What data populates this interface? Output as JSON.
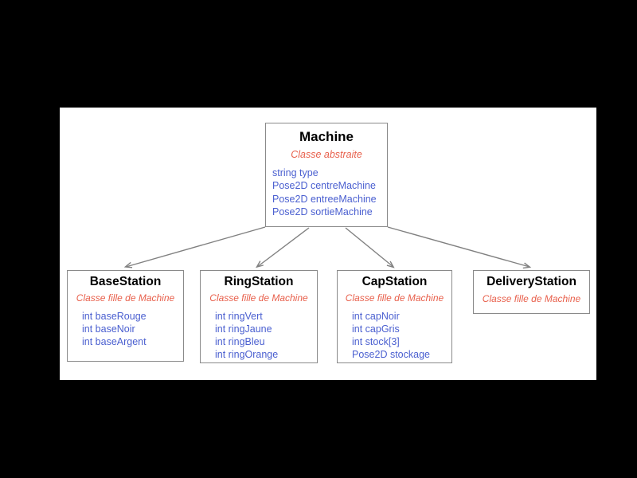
{
  "diagram": {
    "type": "uml-class-inheritance",
    "background_color": "#000000",
    "canvas_color": "#ffffff",
    "border_color": "#8a8a8a",
    "title_color": "#000000",
    "subtitle_color": "#e8604c",
    "attribute_color": "#4a5fd0",
    "connector_color": "#808080",
    "root": {
      "name": "Machine",
      "stereotype": "Classe abstraite",
      "attributes": [
        "string type",
        "Pose2D centreMachine",
        "Pose2D entreeMachine",
        "Pose2D sortieMachine"
      ]
    },
    "children": [
      {
        "name": "BaseStation",
        "stereotype": "Classe fille de Machine",
        "attributes": [
          "int baseRouge",
          "int baseNoir",
          "int baseArgent"
        ]
      },
      {
        "name": "RingStation",
        "stereotype": "Classe fille de Machine",
        "attributes": [
          "int ringVert",
          "int ringJaune",
          "int ringBleu",
          "int ringOrange"
        ]
      },
      {
        "name": "CapStation",
        "stereotype": "Classe fille de Machine",
        "attributes": [
          "int capNoir",
          "int capGris",
          "int stock[3]",
          "Pose2D stockage"
        ]
      },
      {
        "name": "DeliveryStation",
        "stereotype": "Classe fille de Machine",
        "attributes": []
      }
    ]
  }
}
